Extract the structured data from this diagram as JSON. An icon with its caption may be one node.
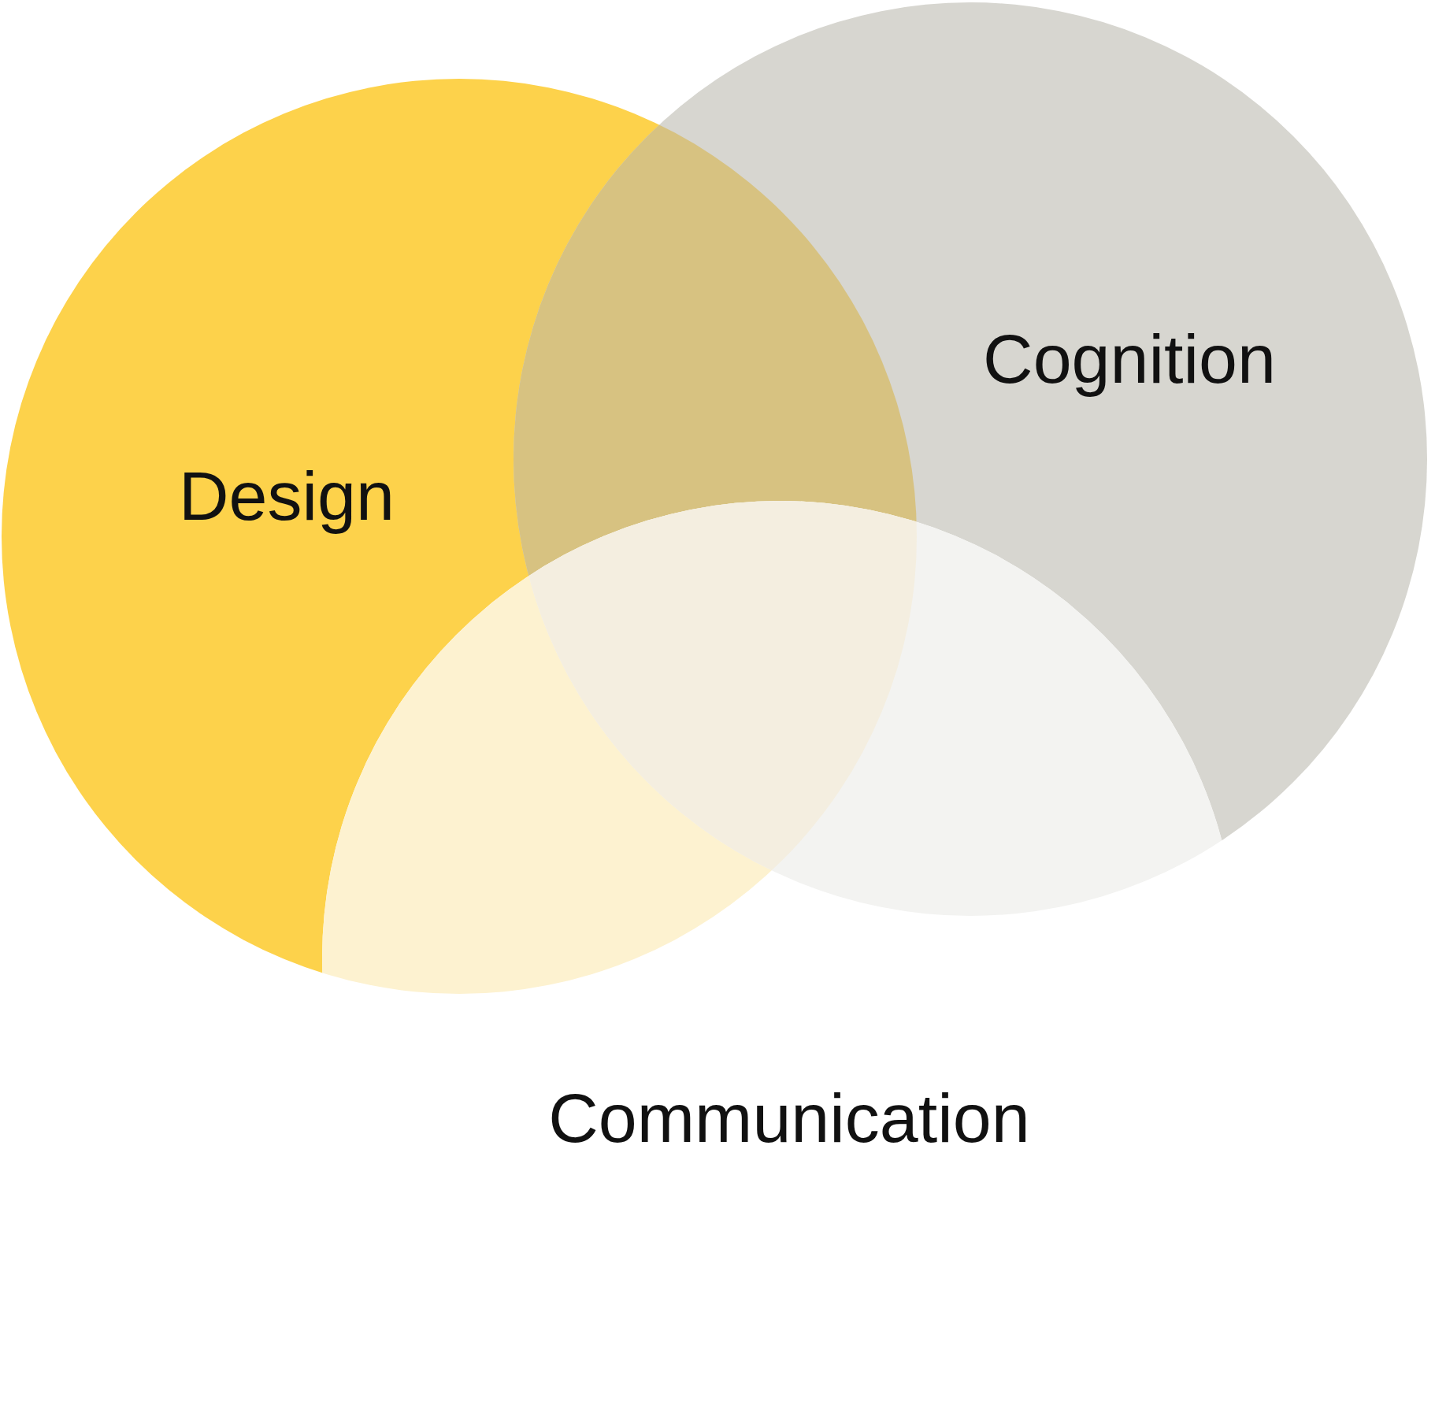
{
  "diagram": {
    "nodes": [
      {
        "text": [
          "Design"
        ]
      },
      {
        "text": [
          "Cognition"
        ]
      },
      {
        "text": [
          "Communication"
        ]
      }
    ],
    "edges": []
  }
}
